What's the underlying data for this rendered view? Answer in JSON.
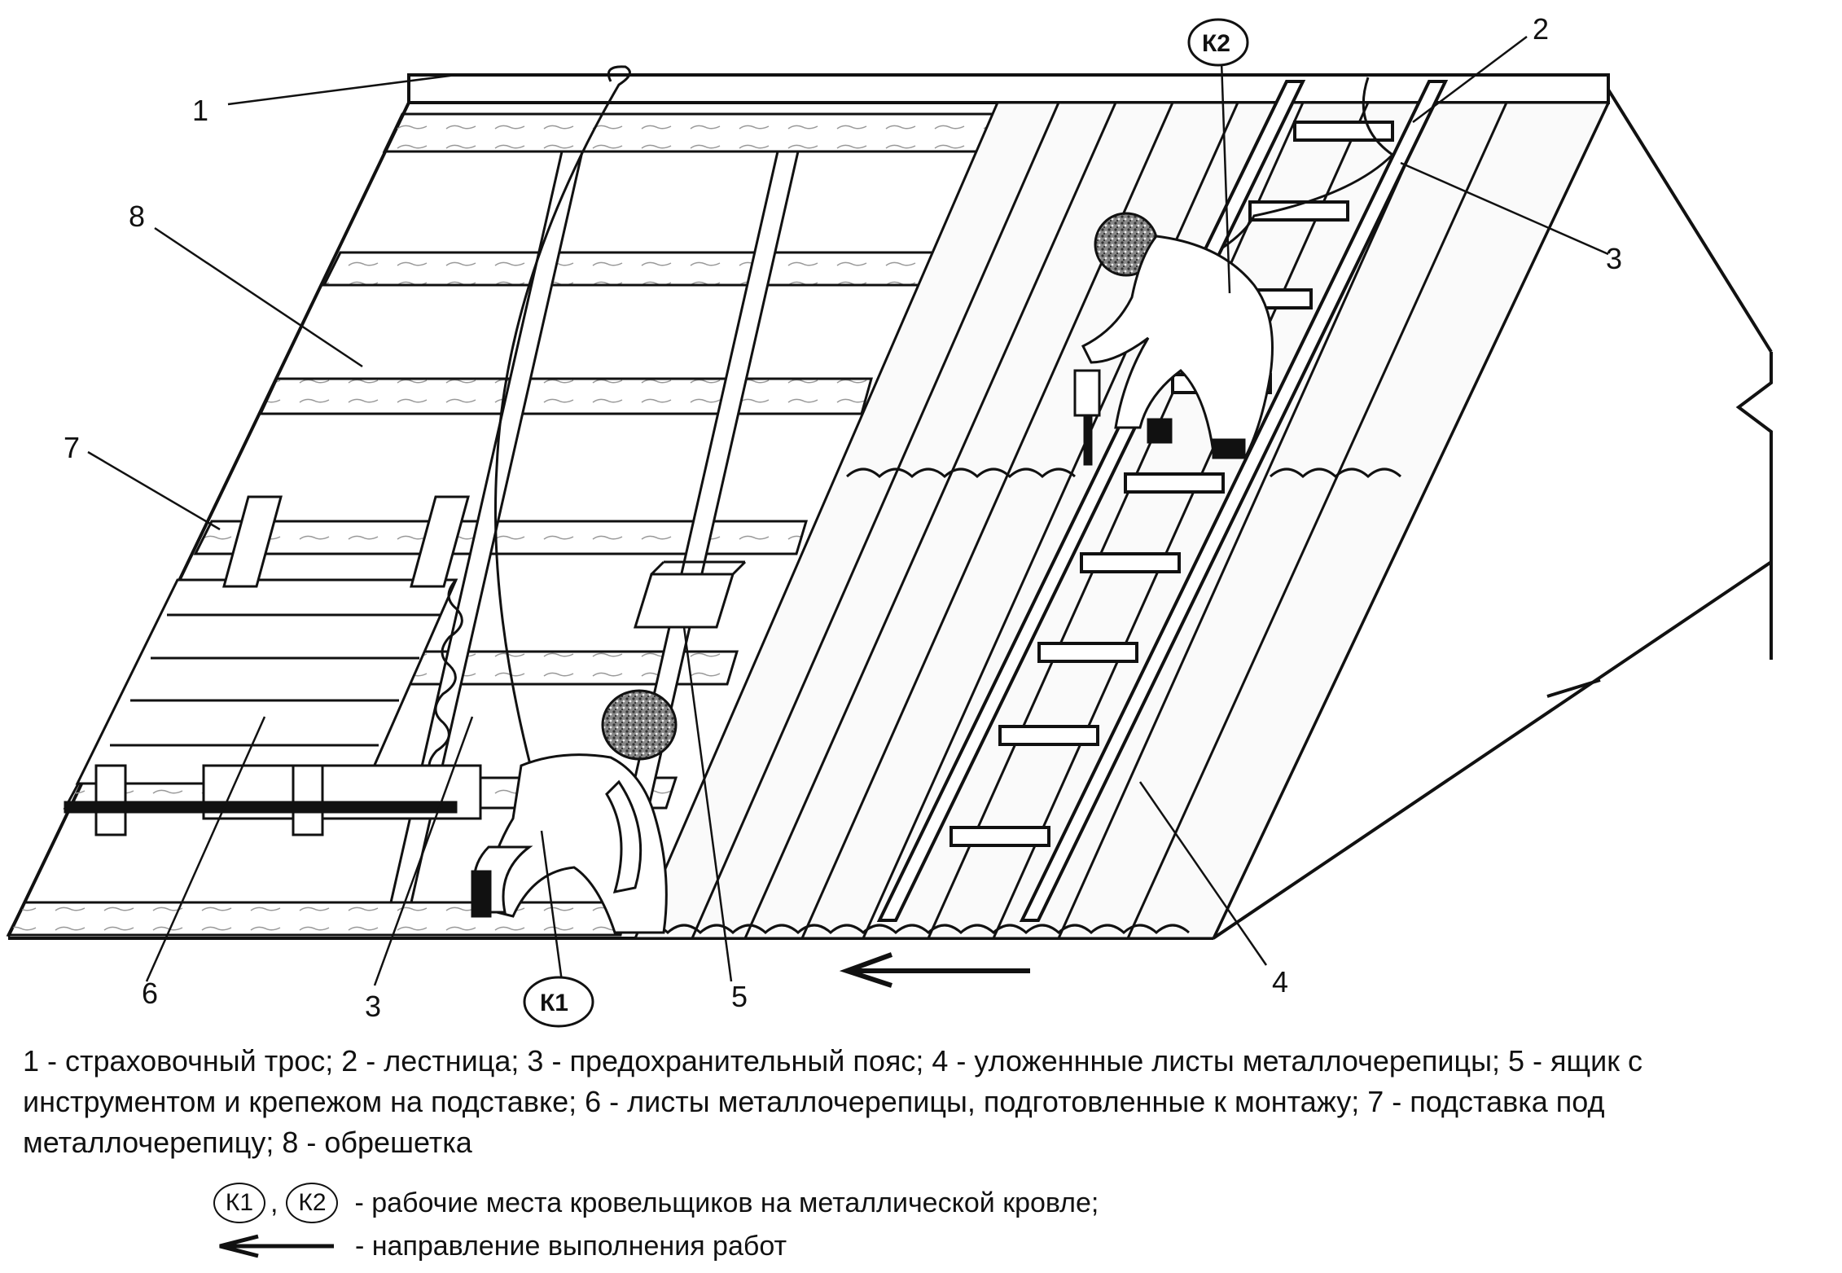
{
  "callouts": {
    "n1": "1",
    "n2": "2",
    "n3a": "3",
    "n3b": "3",
    "n4": "4",
    "n5": "5",
    "n6": "6",
    "n7": "7",
    "n8": "8",
    "k1": "К1",
    "k2": "К2"
  },
  "legend": {
    "text": "1 - страховочный трос; 2 - лестница; 3 - предохранительный пояс; 4 - уложеннные листы металлочерепицы; 5 - ящик с инструментом и крепежом на подставке; 6 - листы металлочерепицы, подготовленные к монтажу; 7 - подставка под металлочерепицу; 8 - обрешетка"
  },
  "key": {
    "k1": "К1",
    "separator": ",",
    "k2": "К2",
    "workplaces": "- рабочие места кровельщиков на металлической кровле;",
    "direction": "- направление выполнения работ"
  },
  "colors": {
    "ink": "#111111",
    "paper": "#ffffff",
    "wood": "#f4f4f4",
    "sheet": "#fafafa"
  }
}
